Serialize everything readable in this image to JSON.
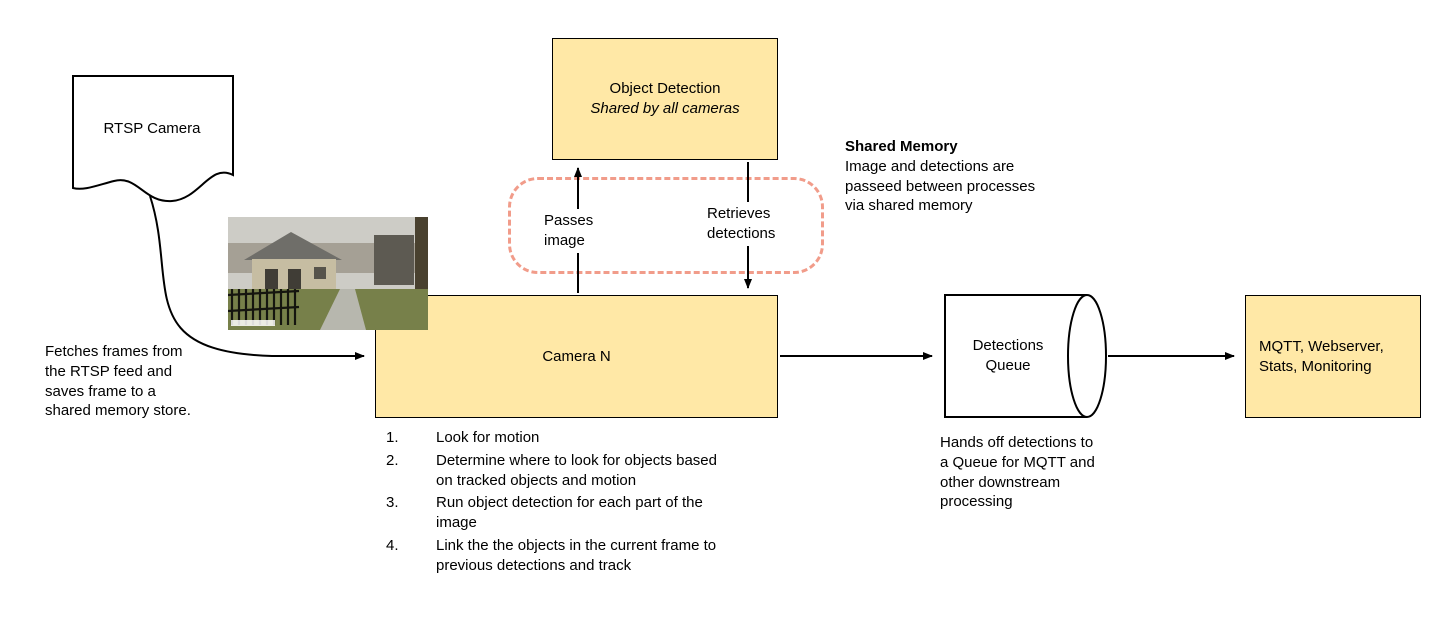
{
  "diagram": {
    "rtsp": {
      "label": "RTSP Camera"
    },
    "object_detection": {
      "title": "Object Detection",
      "subtitle": "Shared by all cameras"
    },
    "camera_n": {
      "label": "Camera N"
    },
    "detections_queue": {
      "label": "Detections Queue"
    },
    "sink": {
      "label": "MQTT, Webserver, Stats, Monitoring"
    },
    "arrows": {
      "passes_image": "Passes\nimage",
      "retrieves_detections": "Retrieves\ndetections"
    },
    "shared_memory": {
      "title": "Shared Memory",
      "body": "Image and detections are passeed between processes via shared memory"
    },
    "fetch_note": "Fetches frames from the RTSP feed and saves frame to a shared memory store.",
    "camera_steps": [
      "Look for motion",
      "Determine where to look for objects based on tracked objects and motion",
      "Run object detection for each part of the image",
      "Link the the objects in the current frame to previous detections and track"
    ],
    "queue_note": "Hands off detections to a Queue for MQTT and other downstream processing",
    "colors": {
      "node_fill": "#FFE8A6",
      "node_border": "#000000",
      "shared_memory_outline": "#F19C8A",
      "arrow": "#000000"
    }
  }
}
